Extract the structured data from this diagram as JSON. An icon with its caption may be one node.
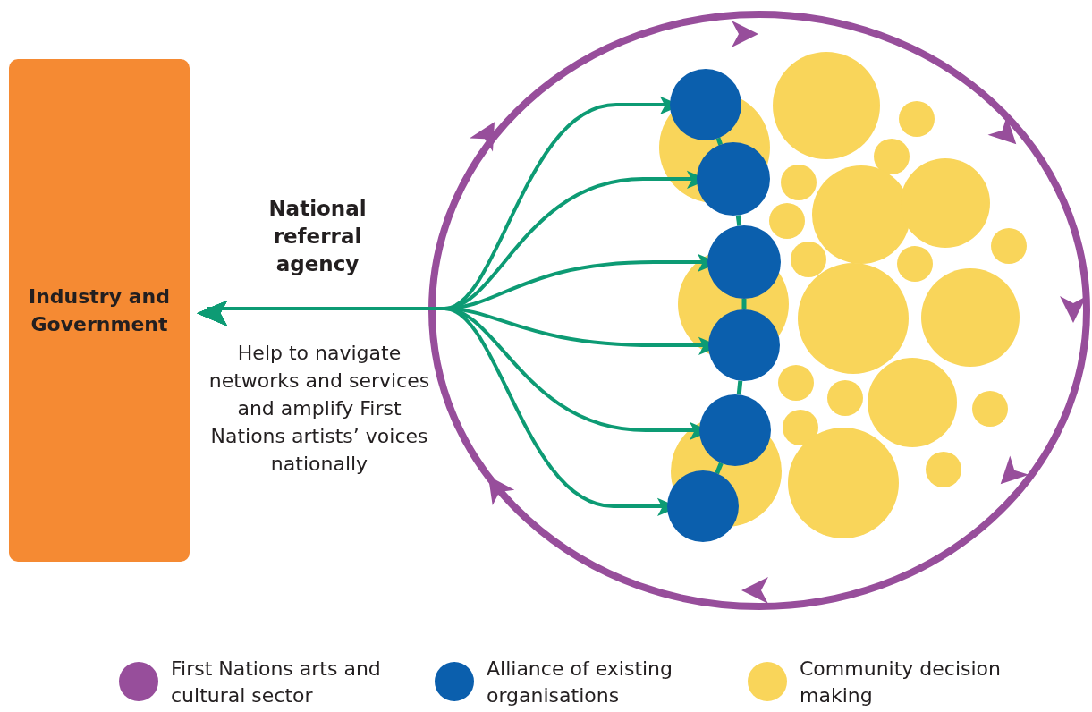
{
  "diagram": {
    "nodes": [
      {
        "text": [
          "Industry and Government"
        ]
      },
      {
        "text": [],
        "shape": "circle"
      },
      {
        "text": [],
        "shape": "circle",
        "in": 1
      },
      {
        "text": [],
        "shape": "circle",
        "in": 1
      },
      {
        "text": [],
        "shape": "circle",
        "in": 1
      },
      {
        "text": [],
        "shape": "circle",
        "in": 1
      },
      {
        "text": [],
        "shape": "circle",
        "in": 1
      },
      {
        "text": [],
        "shape": "circle",
        "in": 1
      }
    ],
    "edges": [
      {
        "from": 0,
        "to": 2,
        "arrow": "both"
      },
      {
        "from": 0,
        "to": 3,
        "arrow": "both"
      },
      {
        "from": 0,
        "to": 4,
        "arrow": "both"
      },
      {
        "from": 0,
        "to": 5,
        "arrow": "both"
      },
      {
        "from": 0,
        "to": 6,
        "arrow": "both"
      },
      {
        "from": 0,
        "to": 7,
        "arrow": "both"
      },
      {
        "from": 2,
        "to": 3,
        "arrow": "none"
      },
      {
        "from": 3,
        "to": 4,
        "arrow": "none"
      },
      {
        "from": 4,
        "to": 5,
        "arrow": "none"
      },
      {
        "from": 5,
        "to": 6,
        "arrow": "none"
      },
      {
        "from": 6,
        "to": 7,
        "arrow": "none"
      }
    ],
    "labels": [
      "National referral agency",
      "Help to navigate networks and services and amplify First Nations artists’ voices nationally"
    ],
    "legend": [
      {
        "text": "First Nations arts and cultural sector",
        "color": "#974e9b"
      },
      {
        "text": "Alliance of existing organisations",
        "color": "#0b5fad"
      },
      {
        "text": "Community decision making",
        "color": "#f9d55a"
      }
    ]
  }
}
